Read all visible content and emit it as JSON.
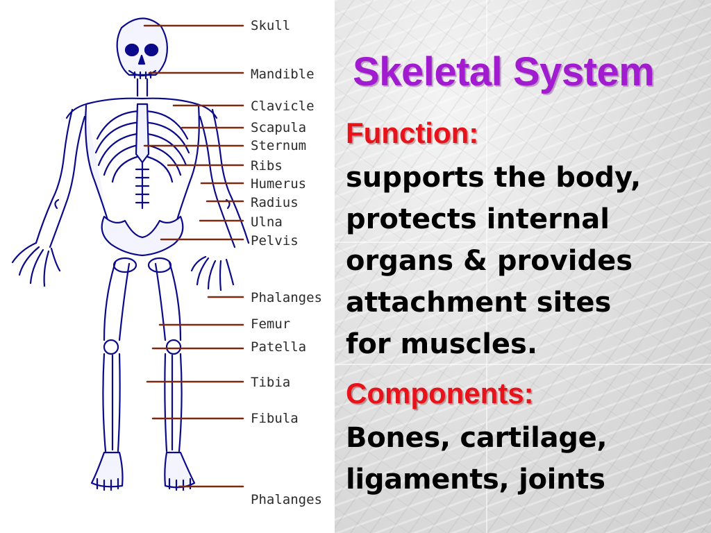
{
  "slide": {
    "title": "Skeletal System",
    "function_heading": "Function:",
    "function_lines": [
      "supports the body,",
      "protects internal",
      "organs & provides",
      "attachment sites",
      "for muscles."
    ],
    "components_heading": "Components:",
    "components_lines": [
      "Bones, cartilage,",
      "ligaments, joints"
    ]
  },
  "diagram": {
    "labels": [
      "Skull",
      "Mandible",
      "Clavicle",
      "Scapula",
      "Sternum",
      "Ribs",
      "Humerus",
      "Radius",
      "Ulna",
      "Pelvis",
      "Phalanges",
      "Femur",
      "Patella",
      "Tibia",
      "Fibula",
      "Phalanges"
    ]
  },
  "colors": {
    "title": "#a21ccf",
    "heading": "#e8121a",
    "leader_line": "#7a2a10",
    "bone_outline": "#0a0a8a"
  }
}
